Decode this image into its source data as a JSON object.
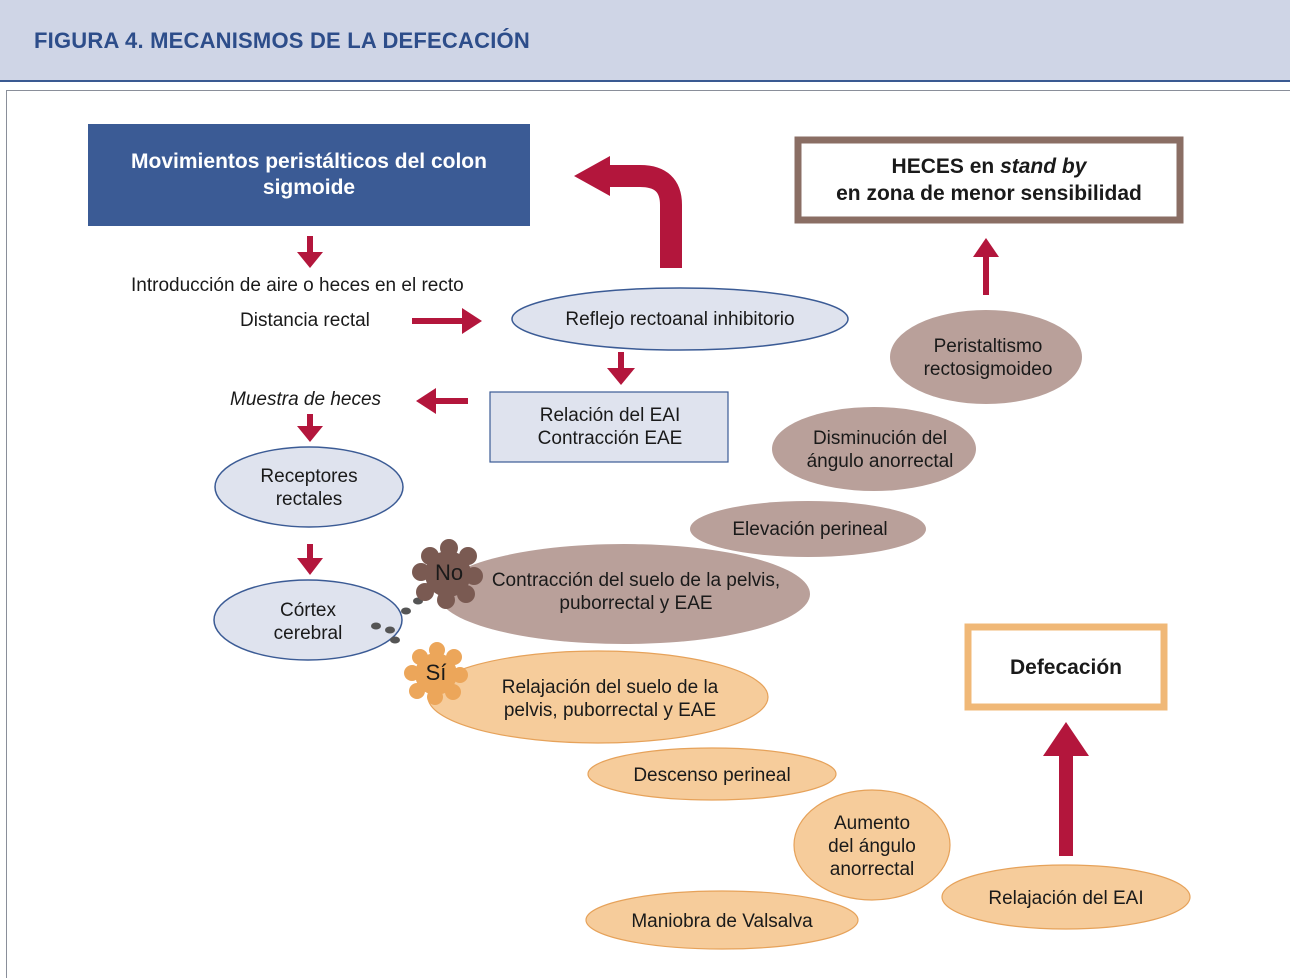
{
  "header": {
    "title": "FIGURA 4. MECANISMOS DE LA DEFECACIÓN"
  },
  "colors": {
    "header_bg": "#cfd5e6",
    "header_text": "#2d4d8a",
    "blue_box": "#3b5b95",
    "arrow": "#b3163c",
    "ellipse_blue": "#dfe3ee",
    "ellipse_brown": "#b9a09a",
    "ellipse_orange": "#f6cc9b",
    "frame_brown": "#8a6e64",
    "frame_orange": "#f0b877"
  },
  "nodes": {
    "peristaltic_sigmoid": "Movimientos peristálticos del colon sigmoide",
    "air_intro": "Introducción de aire o heces en el recto",
    "rectal_distance": "Distancia rectal",
    "rectoanal_reflex": "Reflejo rectoanal inhibitorio",
    "eai_relation": "Relación del EAI Contracción EAE",
    "stool_sample": "Muestra de heces",
    "rectal_receptors": "Receptores rectales",
    "cerebral_cortex": "Córtex cerebral",
    "no_badge": "No",
    "yes_badge": "Sí",
    "pelvic_contraction": "Contracción del suelo de la pelvis, puborrectal y EAE",
    "pelvic_relaxation": "Relajación del suelo de la pelvis, puborrectal y EAE",
    "perineal_elevation": "Elevación perineal",
    "anorectal_angle_decrease": "Disminución del ángulo anorrectal",
    "rectosigmoid_peristalsis": "Peristaltismo rectosigmoideo",
    "stool_standby_prefix": "HECES en ",
    "stool_standby_italic": "stand by",
    "stool_standby_line2": "en zona de menor sensibilidad",
    "perineal_descent": "Descenso perineal",
    "anorectal_angle_increase": "Aumento del ángulo anorrectal",
    "valsalva": "Maniobra de Valsalva",
    "eai_relaxation": "Relajación del EAI",
    "defecation": "Defecación"
  }
}
